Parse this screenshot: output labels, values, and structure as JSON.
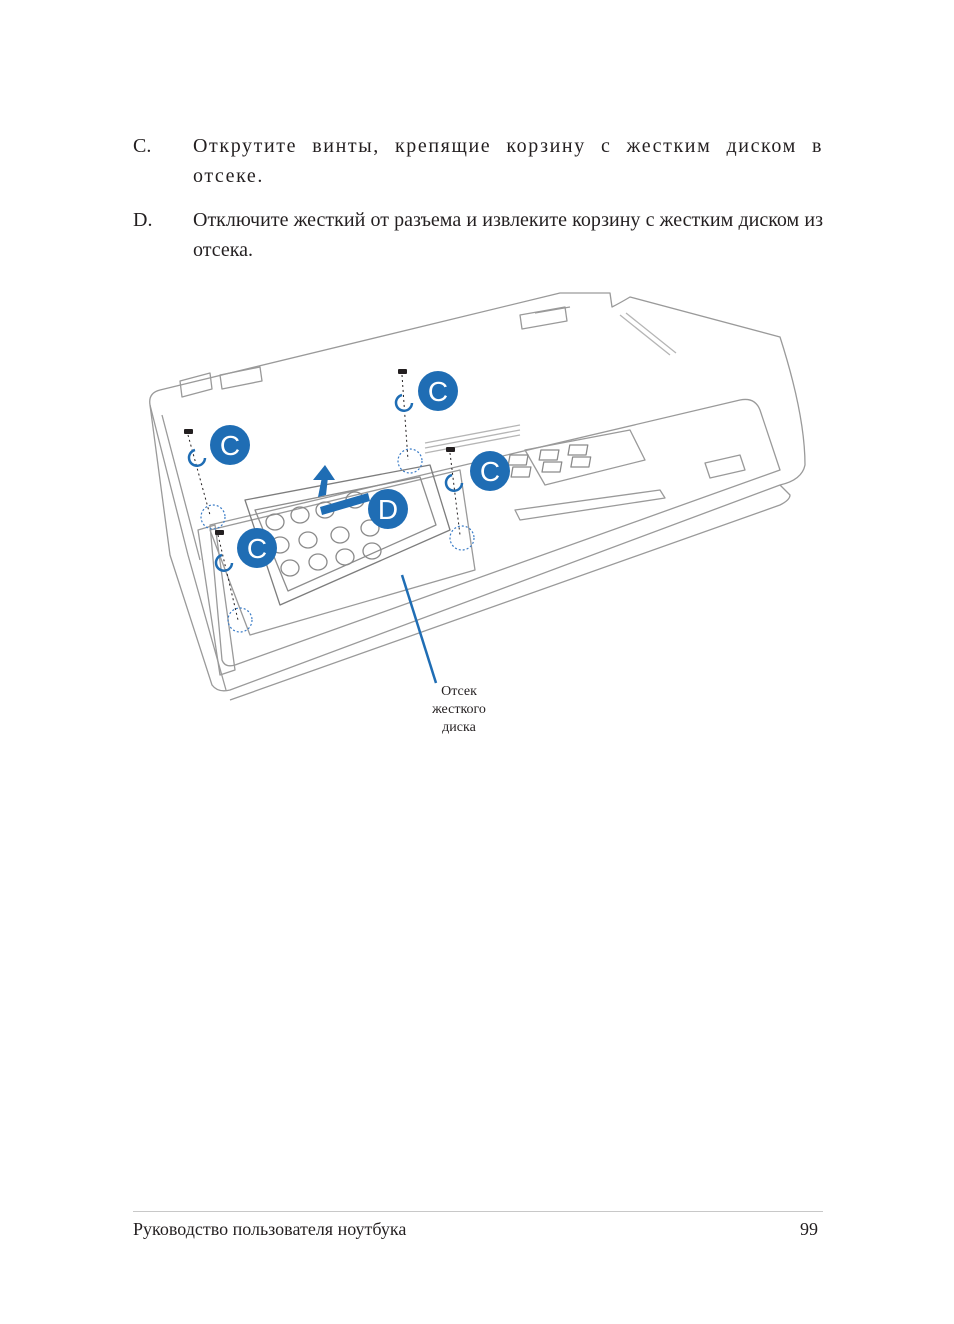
{
  "steps": [
    {
      "letter": "C.",
      "text": "Открутите винты, крепящие корзину с жестким диском в отсеке."
    },
    {
      "letter": "D.",
      "text": "Отключите жесткий от разъема и извлеките корзину с жестким диском из отсека."
    }
  ],
  "figure": {
    "badges": [
      "C",
      "C",
      "C",
      "C",
      "D"
    ],
    "callout": [
      "Отсек",
      "жесткого",
      "диска"
    ],
    "accent_color": "#1f6db4"
  },
  "footer": {
    "title": "Руководство пользователя ноутбука",
    "page_number": "99"
  }
}
